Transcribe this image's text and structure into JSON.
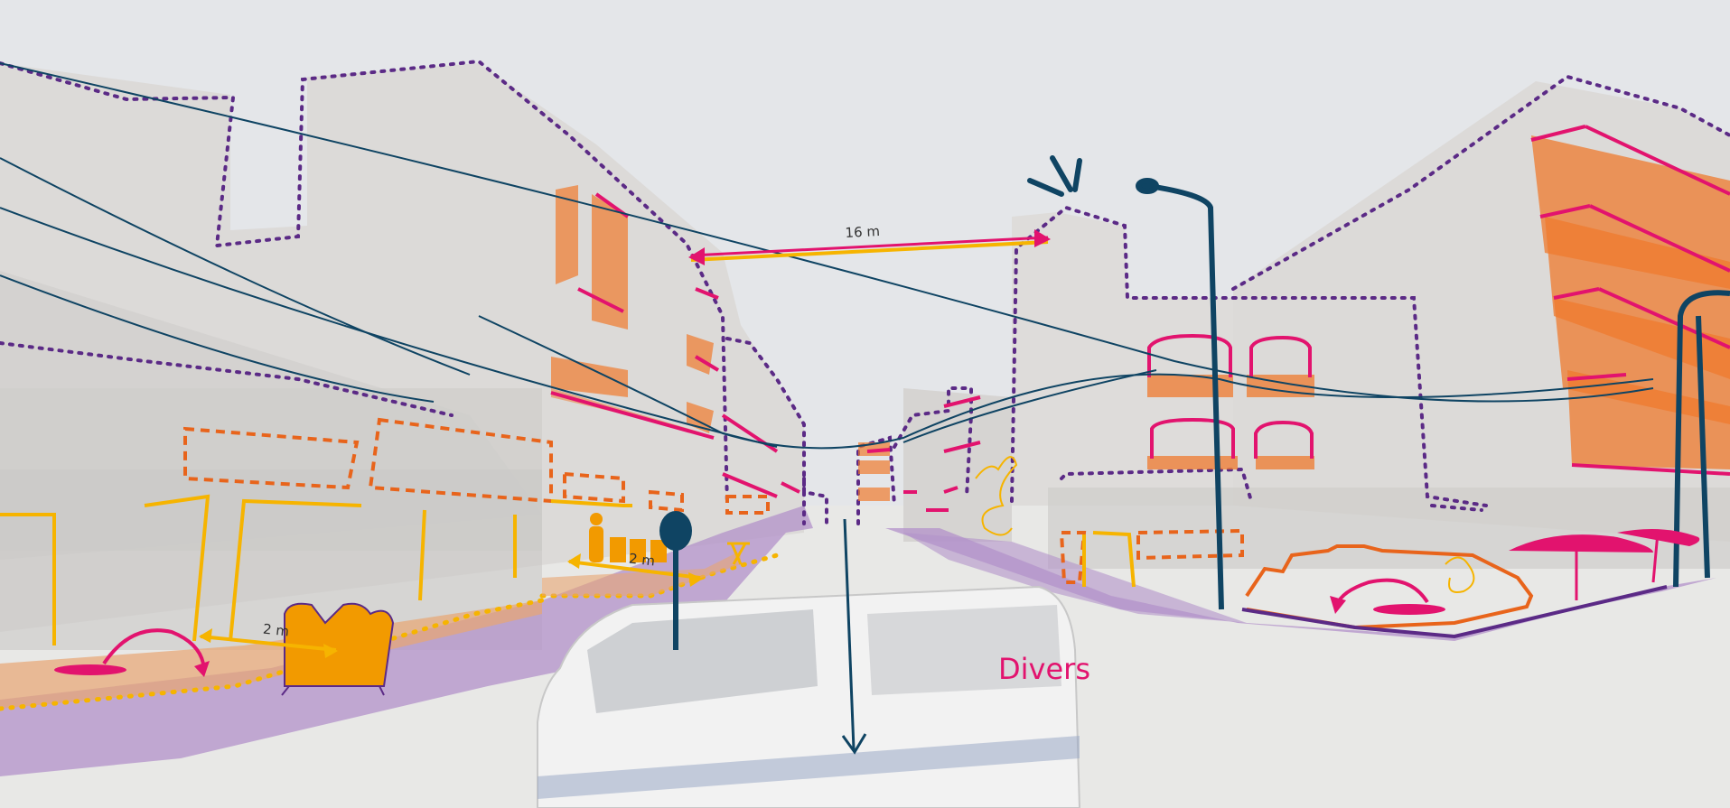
{
  "annotations": {
    "street_width": "16 m",
    "left_sidewalk_width": "2 m",
    "left_shop_frontage_width": "2 m",
    "corner_label": "Divers"
  },
  "colors": {
    "building_outline": "#5b2a86",
    "balcony_pink": "#e2136e",
    "balcony_fill": "#ef7a2e",
    "shop_sign_dashed": "#e8641b",
    "frontage_yellow": "#f6b400",
    "furniture_orange": "#f29a00",
    "street_light_blue": "#0f4463",
    "roadway_purple": "#b392c9",
    "sky": "#e3e5e8"
  },
  "icons": [
    "street-lamp-icon",
    "sign-post-icon",
    "parasol-icon",
    "armchair-icon",
    "pedestrian-icon",
    "turn-arrow-icon",
    "minibus-icon"
  ]
}
